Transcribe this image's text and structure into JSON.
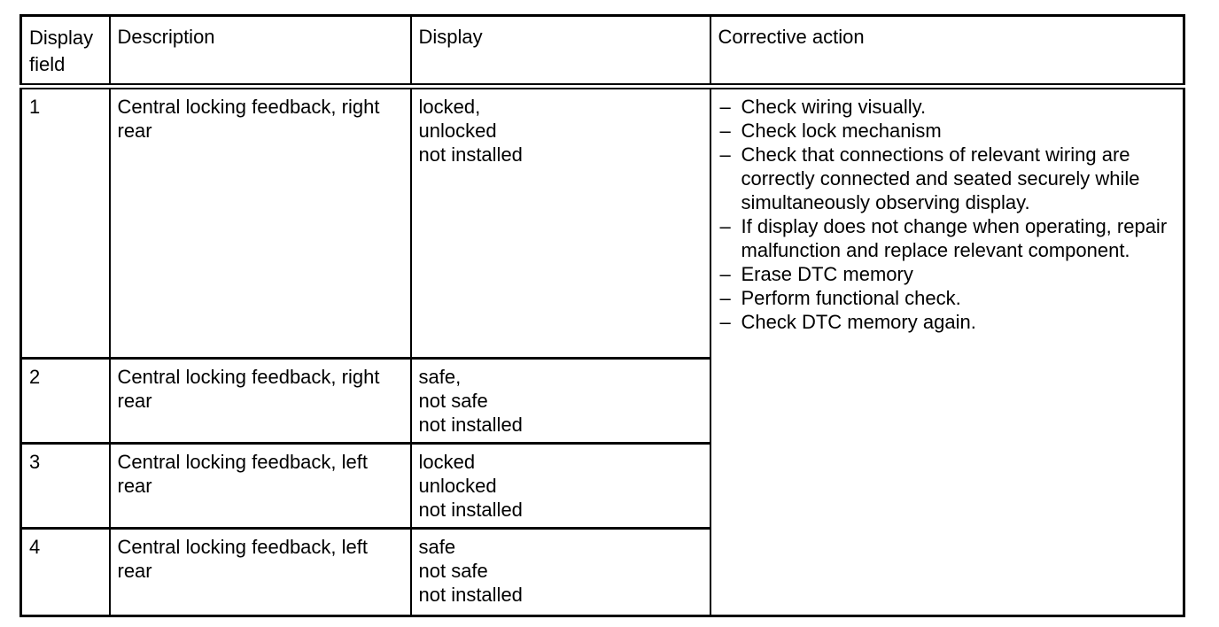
{
  "table": {
    "headers": {
      "display_field": "Display field",
      "description": "Description",
      "display": "Display",
      "corrective_action": "Corrective action"
    },
    "rows": [
      {
        "field": "1",
        "description": "Central locking feedback, right rear",
        "display_lines": [
          "locked,",
          "unlocked",
          "not installed"
        ]
      },
      {
        "field": "2",
        "description": "Central locking feedback, right rear",
        "display_lines": [
          "safe,",
          "not safe",
          "not installed"
        ]
      },
      {
        "field": "3",
        "description": "Central locking feedback, left rear",
        "display_lines": [
          "locked",
          "unlocked",
          "not installed"
        ]
      },
      {
        "field": "4",
        "description": "Central locking feedback, left rear",
        "display_lines": [
          "safe",
          "not safe",
          "not installed"
        ]
      }
    ],
    "bullet": "–",
    "corrective_actions": [
      "Check wiring visually.",
      "Check lock mechanism",
      "Check that connections of relevant wiring are correctly connected and seated securely while simultaneously observing display.",
      "If display does not change when operating, repair malfunction and replace relevant component.",
      "Erase DTC memory",
      "Perform functional check.",
      "Check DTC memory again."
    ]
  },
  "colors": {
    "ink": "#000000",
    "paper": "#ffffff"
  }
}
